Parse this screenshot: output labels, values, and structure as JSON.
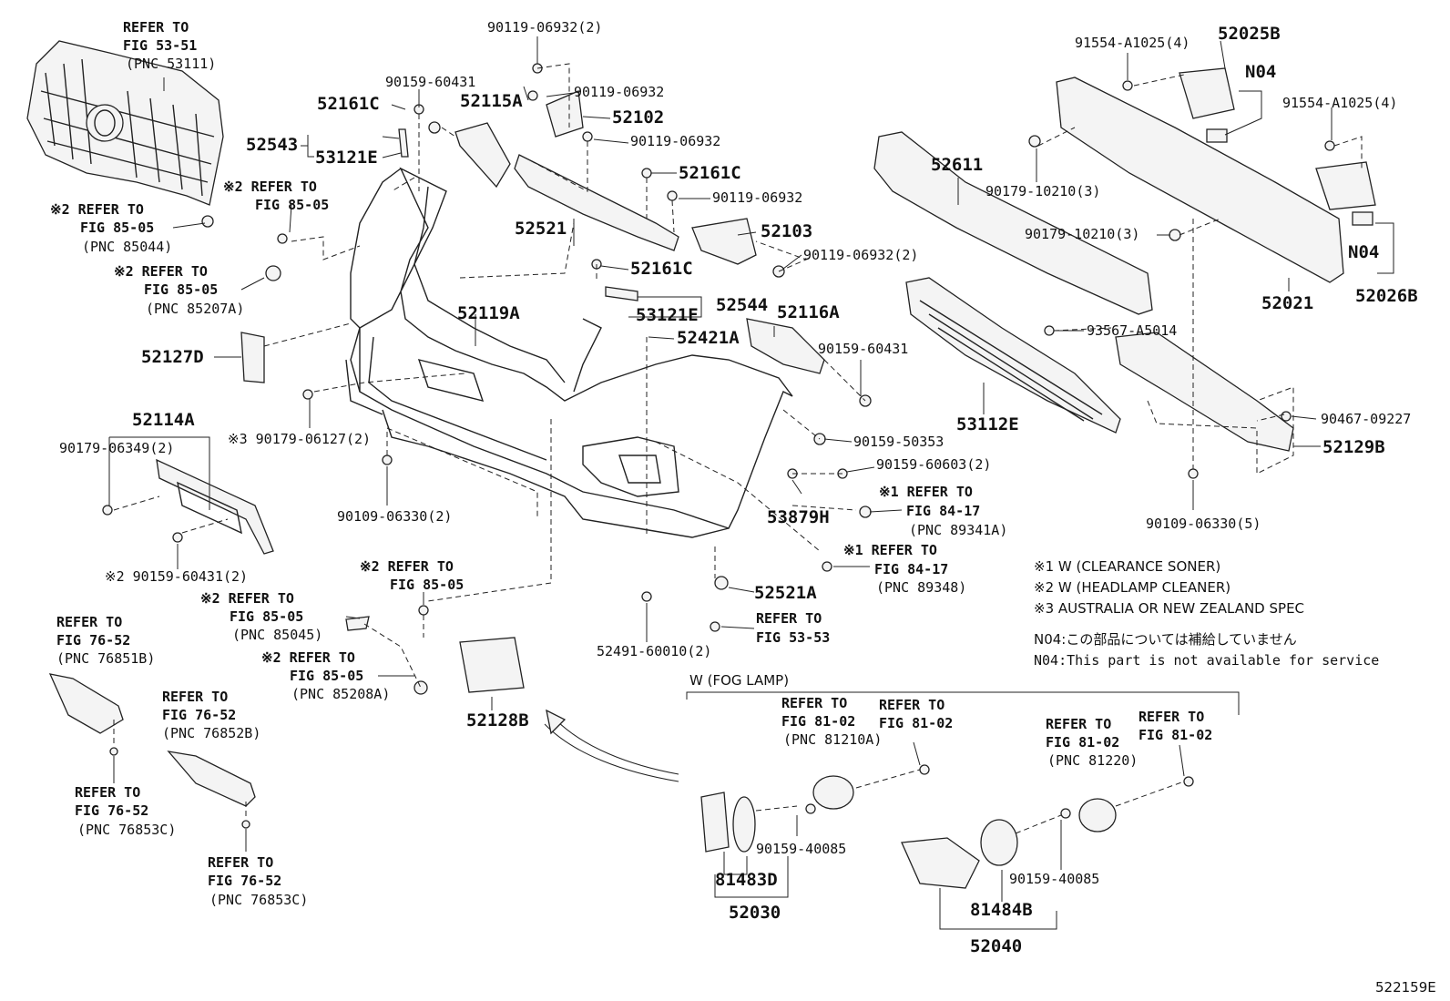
{
  "labels": {
    "refer_53_51_a": "REFER TO",
    "refer_53_51_b": "FIG 53-51",
    "refer_53_51_c": "(PNC 53111)",
    "p90119_06932_2a": "90119-06932(2)",
    "p90159_60431_top": "90159-60431",
    "p52161C_a": "52161C",
    "p52115A": "52115A",
    "p90119_06932_a": "90119-06932",
    "p52102": "52102",
    "p90119_06932_b": "90119-06932",
    "p52543": "52543",
    "p53121E_a": "53121E",
    "p52161C_b": "52161C",
    "p90119_06932_c": "90119-06932",
    "refer_85_05_a1": "※2 REFER TO",
    "refer_85_05_a2": "FIG 85-05",
    "refer_85_05_b1": "※2 REFER TO",
    "refer_85_05_b2": "FIG 85-05",
    "refer_85_05_b3": "(PNC 85044)",
    "refer_85_05_c1": "※2 REFER TO",
    "refer_85_05_c2": "FIG 85-05",
    "refer_85_05_c3": "(PNC 85207A)",
    "p52521": "52521",
    "p52103": "52103",
    "p90119_06932_2b": "90119-06932(2)",
    "p52161C_c": "52161C",
    "p52544": "52544",
    "p53121E_b": "53121E",
    "p52119A": "52119A",
    "p52116A": "52116A",
    "p52421A": "52421A",
    "p52127D": "52127D",
    "p90159_60431_mid": "90159-60431",
    "p52114A": "52114A",
    "p90179_06349": "90179-06349(2)",
    "p90179_06127": "※3 90179-06127(2)",
    "p90159_50353": "90159-50353",
    "p90159_60603": "90159-60603(2)",
    "p90109_06330_2": "90109-06330(2)",
    "p53879H": "53879H",
    "refer_84_17_a1": "※1 REFER TO",
    "refer_84_17_a2": "FIG 84-17",
    "refer_84_17_a3": "(PNC 89341A)",
    "refer_84_17_b1": "※1 REFER TO",
    "refer_84_17_b2": "FIG 84-17",
    "refer_84_17_b3": "(PNC 89348)",
    "p90159_60431_2": "※2 90159-60431(2)",
    "refer_85_05_d1": "※2 REFER TO",
    "refer_85_05_d2": "FIG 85-05",
    "refer_85_05_e1": "※2 REFER TO",
    "refer_85_05_e2": "FIG 85-05",
    "refer_85_05_e3": "(PNC 85045)",
    "refer_85_05_f1": "※2 REFER TO",
    "refer_85_05_f2": "FIG 85-05",
    "refer_85_05_f3": "(PNC 85208A)",
    "p52521A": "52521A",
    "refer_53_53_1": "REFER TO",
    "refer_53_53_2": "FIG 53-53",
    "p52491_60010": "52491-60010(2)",
    "p52128B": "52128B",
    "refer_76_52_a1": "REFER TO",
    "refer_76_52_a2": "FIG 76-52",
    "refer_76_52_a3": "(PNC 76851B)",
    "refer_76_52_b1": "REFER TO",
    "refer_76_52_b2": "FIG 76-52",
    "refer_76_52_b3": "(PNC 76852B)",
    "refer_76_52_c1": "REFER TO",
    "refer_76_52_c2": "FIG 76-52",
    "refer_76_52_c3": "(PNC 76853C)",
    "refer_76_52_d1": "REFER TO",
    "refer_76_52_d2": "FIG 76-52",
    "refer_76_52_d3": "(PNC 76853C)",
    "p91554_A1025_a": "91554-A1025(4)",
    "p52025B": "52025B",
    "pN04_a": "N04",
    "p91554_A1025_b": "91554-A1025(4)",
    "p52611": "52611",
    "p90179_10210_a": "90179-10210(3)",
    "p90179_10210_b": "90179-10210(3)",
    "pN04_b": "N04",
    "p52021": "52021",
    "p52026B": "52026B",
    "p93567_A5014": "93567-A5014",
    "p53112E": "53112E",
    "p90467_09227": "90467-09227",
    "p52129B": "52129B",
    "p90109_06330_5": "90109-06330(5)",
    "note1": "※1 W (CLEARANCE SONER)",
    "note2": "※2 W (HEADLAMP CLEANER)",
    "note3": "※3 AUSTRALIA OR NEW ZEALAND SPEC",
    "n04_jp": "N04:この部品については補給していません",
    "n04_en": "N04:This part is not available for service",
    "fog_lamp": "W (FOG LAMP)",
    "refer_81_02_a1": "REFER TO",
    "refer_81_02_a2": "FIG 81-02",
    "refer_81_02_a3": "(PNC 81210A)",
    "refer_81_02_b1": "REFER TO",
    "refer_81_02_b2": "FIG 81-02",
    "refer_81_02_c1": "REFER TO",
    "refer_81_02_c2": "FIG 81-02",
    "refer_81_02_c3": "(PNC 81220)",
    "refer_81_02_d1": "REFER TO",
    "refer_81_02_d2": "FIG 81-02",
    "p90159_40085_a": "90159-40085",
    "p90159_40085_b": "90159-40085",
    "p81483D": "81483D",
    "p52030": "52030",
    "p81484B": "81484B",
    "p52040": "52040",
    "figure_id": "522159E"
  }
}
